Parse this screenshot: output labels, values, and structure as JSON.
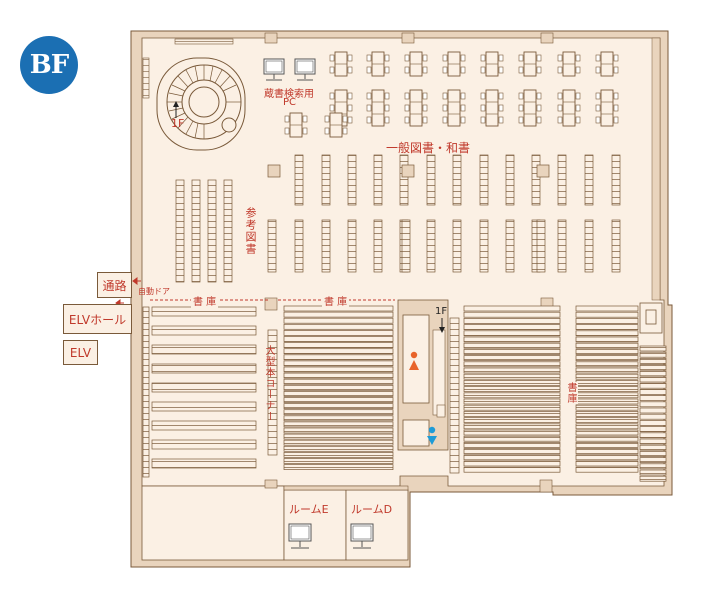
{
  "floor_badge": "BF",
  "labels": {
    "search_pc_line1": "蔵書検索用",
    "search_pc_line2": "PC",
    "stair_up_1f": "1F",
    "general_books": "一般図書・和書",
    "reference_books": "参考図書",
    "passage": "通路",
    "auto_door": "自動ドア",
    "elv_hall": "ELVホール",
    "elv": "ELV",
    "stacks_left": "書 庫",
    "stacks_mid": "書 庫",
    "large_books_corner": "大型本コーナー",
    "elevator_1f": "1F",
    "stacks_right": "書庫",
    "room_e": "ルームE",
    "room_d": "ルームD"
  },
  "colors": {
    "floor": "#fbf0e4",
    "wall": "#e9d4bd",
    "outline": "#7a5a3a",
    "label_red": "#c0392b",
    "badge_blue": "#1b6fb3",
    "restroom_female": "#e8632a",
    "restroom_male": "#1e9bd7"
  },
  "icons": [
    "floor-badge",
    "spiral-staircase-icon",
    "pc-icon",
    "female-restroom-icon",
    "male-restroom-icon",
    "up-arrow-icon",
    "down-arrow-icon"
  ]
}
